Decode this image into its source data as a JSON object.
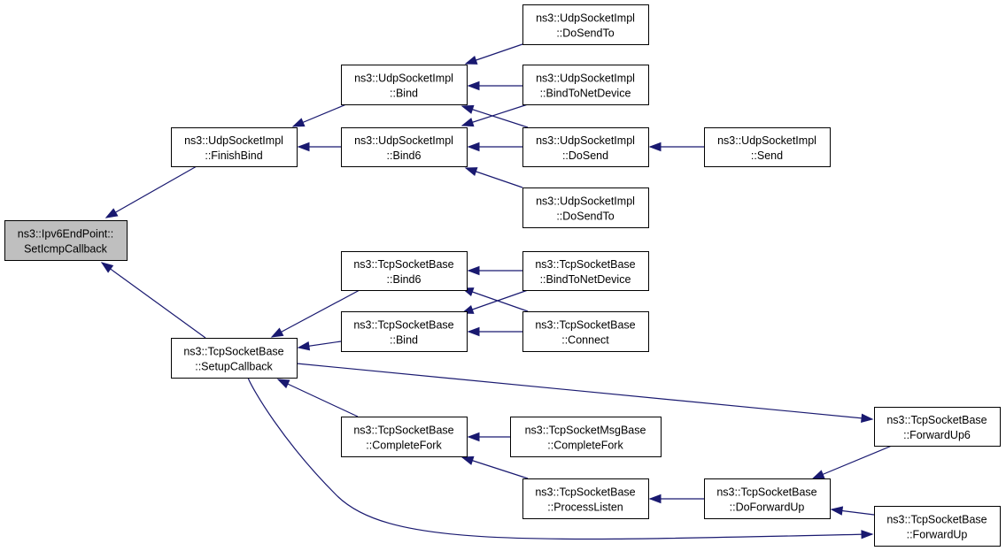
{
  "graph": {
    "nodes": [
      {
        "id": "root",
        "line1": "ns3::Ipv6EndPoint::",
        "line2": "SetIcmpCallback",
        "highlighted": true
      },
      {
        "id": "udp_finishbind",
        "line1": "ns3::UdpSocketImpl",
        "line2": "::FinishBind"
      },
      {
        "id": "udp_bind",
        "line1": "ns3::UdpSocketImpl",
        "line2": "::Bind"
      },
      {
        "id": "udp_bind6",
        "line1": "ns3::UdpSocketImpl",
        "line2": "::Bind6"
      },
      {
        "id": "udp_dosendto_a",
        "line1": "ns3::UdpSocketImpl",
        "line2": "::DoSendTo"
      },
      {
        "id": "udp_bindtonetdevice",
        "line1": "ns3::UdpSocketImpl",
        "line2": "::BindToNetDevice"
      },
      {
        "id": "udp_dosend",
        "line1": "ns3::UdpSocketImpl",
        "line2": "::DoSend"
      },
      {
        "id": "udp_dosendto_b",
        "line1": "ns3::UdpSocketImpl",
        "line2": "::DoSendTo"
      },
      {
        "id": "udp_send",
        "line1": "ns3::UdpSocketImpl",
        "line2": "::Send"
      },
      {
        "id": "tcp_setupcallback",
        "line1": "ns3::TcpSocketBase",
        "line2": "::SetupCallback"
      },
      {
        "id": "tcp_bind6",
        "line1": "ns3::TcpSocketBase",
        "line2": "::Bind6"
      },
      {
        "id": "tcp_bind",
        "line1": "ns3::TcpSocketBase",
        "line2": "::Bind"
      },
      {
        "id": "tcp_bindtonetdevice",
        "line1": "ns3::TcpSocketBase",
        "line2": "::BindToNetDevice"
      },
      {
        "id": "tcp_connect",
        "line1": "ns3::TcpSocketBase",
        "line2": "::Connect"
      },
      {
        "id": "tcp_completefork",
        "line1": "ns3::TcpSocketBase",
        "line2": "::CompleteFork"
      },
      {
        "id": "tcpmsg_completefork",
        "line1": "ns3::TcpSocketMsgBase",
        "line2": "::CompleteFork"
      },
      {
        "id": "tcp_processlisten",
        "line1": "ns3::TcpSocketBase",
        "line2": "::ProcessListen"
      },
      {
        "id": "tcp_doforwardup",
        "line1": "ns3::TcpSocketBase",
        "line2": "::DoForwardUp"
      },
      {
        "id": "tcp_forwardup6",
        "line1": "ns3::TcpSocketBase",
        "line2": "::ForwardUp6"
      },
      {
        "id": "tcp_forwardup",
        "line1": "ns3::TcpSocketBase",
        "line2": "::ForwardUp"
      }
    ],
    "edges": [
      {
        "from": "udp_finishbind",
        "to": "root"
      },
      {
        "from": "tcp_setupcallback",
        "to": "root"
      },
      {
        "from": "udp_bind",
        "to": "udp_finishbind"
      },
      {
        "from": "udp_bind6",
        "to": "udp_finishbind"
      },
      {
        "from": "udp_dosendto_a",
        "to": "udp_bind"
      },
      {
        "from": "udp_bindtonetdevice",
        "to": "udp_bind"
      },
      {
        "from": "udp_dosend",
        "to": "udp_bind"
      },
      {
        "from": "udp_bindtonetdevice",
        "to": "udp_bind6"
      },
      {
        "from": "udp_dosend",
        "to": "udp_bind6"
      },
      {
        "from": "udp_dosendto_b",
        "to": "udp_bind6"
      },
      {
        "from": "udp_send",
        "to": "udp_dosend"
      },
      {
        "from": "tcp_bind6",
        "to": "tcp_setupcallback"
      },
      {
        "from": "tcp_bind",
        "to": "tcp_setupcallback"
      },
      {
        "from": "tcp_completefork",
        "to": "tcp_setupcallback"
      },
      {
        "from": "tcp_setupcallback",
        "to": "tcp_forwardup6"
      },
      {
        "from": "tcp_setupcallback",
        "to": "tcp_forwardup"
      },
      {
        "from": "tcp_bindtonetdevice",
        "to": "tcp_bind6"
      },
      {
        "from": "tcp_connect",
        "to": "tcp_bind6"
      },
      {
        "from": "tcp_bindtonetdevice",
        "to": "tcp_bind"
      },
      {
        "from": "tcp_connect",
        "to": "tcp_bind"
      },
      {
        "from": "tcpmsg_completefork",
        "to": "tcp_completefork"
      },
      {
        "from": "tcp_processlisten",
        "to": "tcp_completefork"
      },
      {
        "from": "tcp_doforwardup",
        "to": "tcp_processlisten"
      },
      {
        "from": "tcp_forwardup6",
        "to": "tcp_doforwardup"
      },
      {
        "from": "tcp_forwardup",
        "to": "tcp_doforwardup"
      }
    ]
  },
  "colors": {
    "edge": "#191970",
    "root_fill": "#bfbfbf",
    "node_fill": "#ffffff",
    "node_border": "#000000"
  }
}
